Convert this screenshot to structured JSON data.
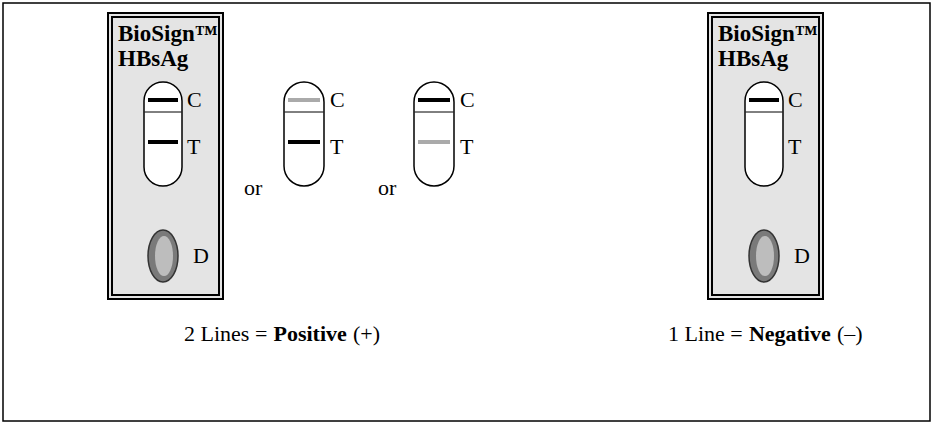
{
  "diagram": {
    "nodes": [
      {
        "text": [
          "BioSign™ HBsAg"
        ]
      },
      {
        "text": [
          "BioSign™ HBsAg"
        ]
      }
    ],
    "labels": [
      "C",
      "T",
      "D",
      "or",
      "C",
      "T",
      "or",
      "C",
      "T",
      "C",
      "T",
      "D",
      "2 Lines =",
      "Positive",
      "(+)",
      "1 Line =",
      "Negative",
      "(–)"
    ]
  }
}
